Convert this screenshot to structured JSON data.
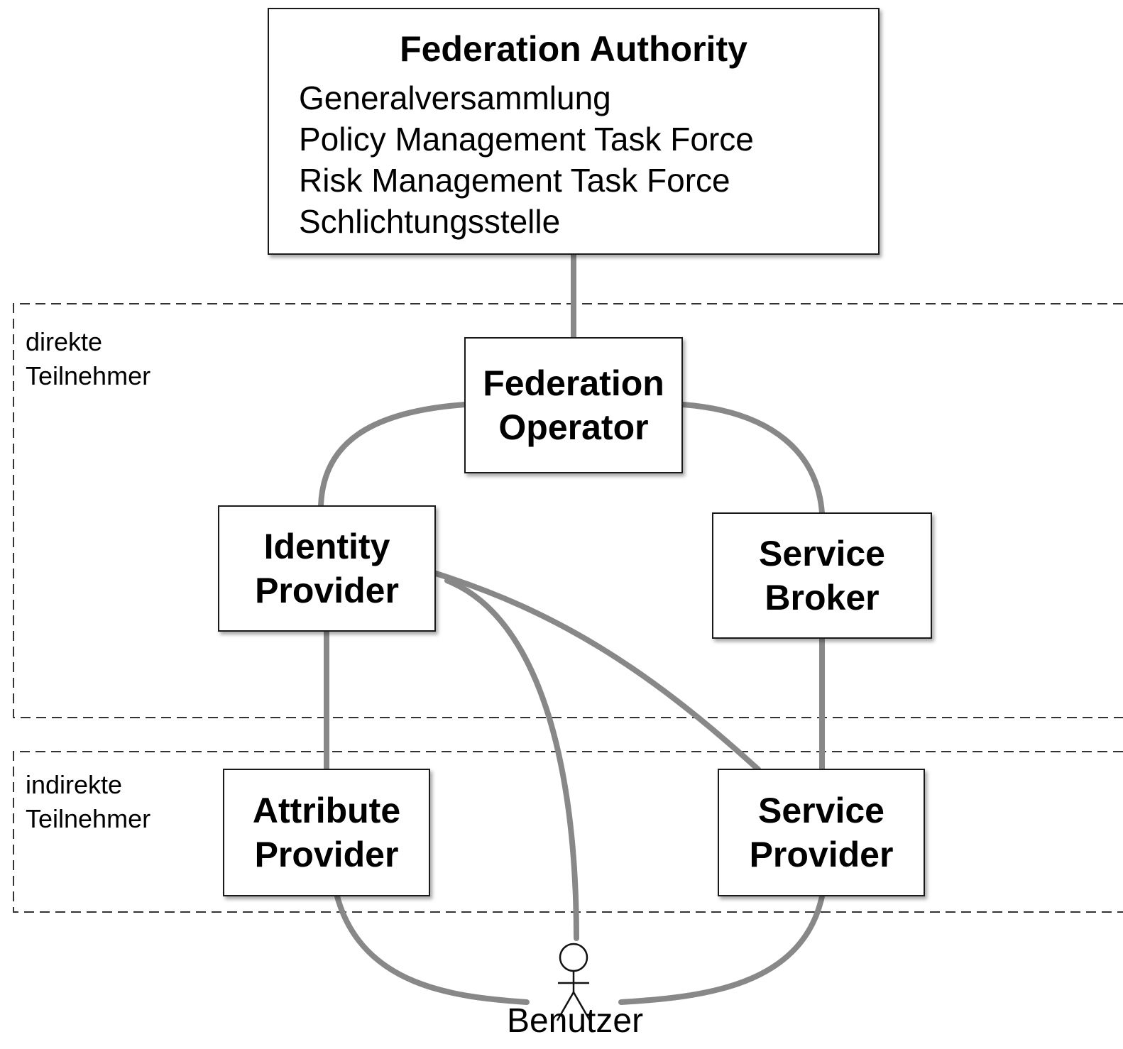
{
  "authority": {
    "title": "Federation Authority",
    "items": [
      "Generalversammlung",
      "Policy Management Task Force",
      "Risk Management Task Force",
      "Schlichtungsstelle"
    ]
  },
  "groups": {
    "direct": "direkte\nTeilnehmer",
    "indirect": "indirekte\nTeilnehmer"
  },
  "nodes": {
    "federation_operator": [
      "Federation",
      "Operator"
    ],
    "identity_provider": [
      "Identity",
      "Provider"
    ],
    "service_broker": [
      "Service",
      "Broker"
    ],
    "attribute_provider": [
      "Attribute",
      "Provider"
    ],
    "service_provider": [
      "Service",
      "Provider"
    ]
  },
  "user": {
    "label": "Benutzer"
  },
  "colors": {
    "connector": "#888888",
    "border": "#1a1a1a",
    "dashed_border": "#333333"
  }
}
